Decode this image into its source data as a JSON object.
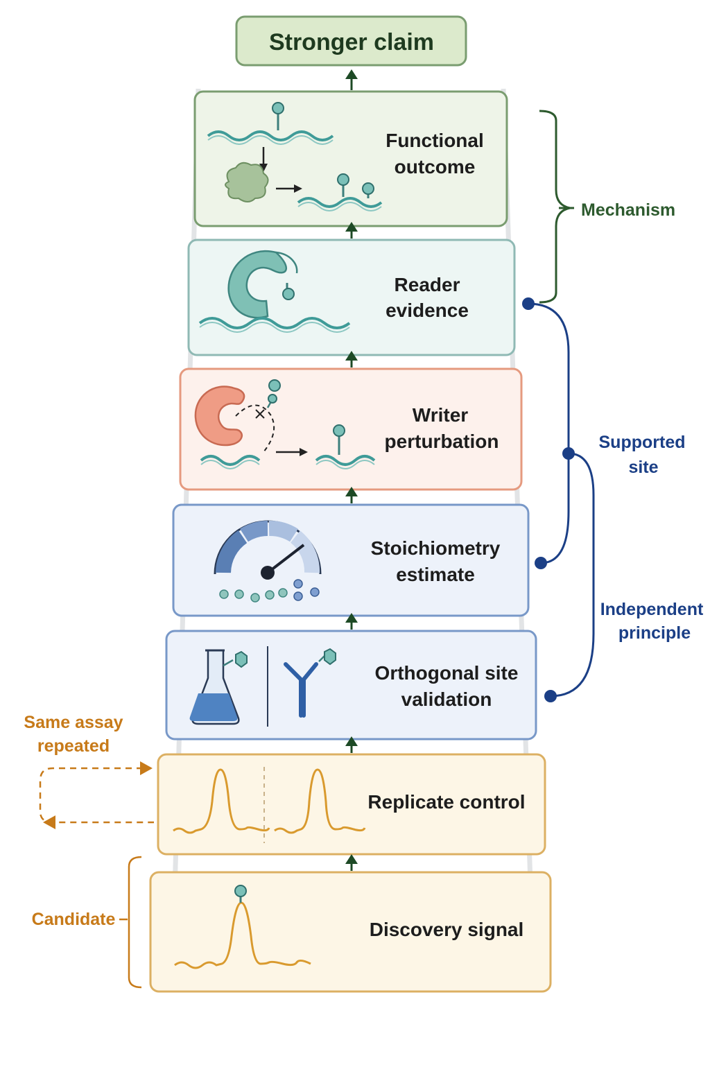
{
  "top_claim": "Stronger claim",
  "steps": [
    {
      "label_lines": [
        "Functional",
        "outcome"
      ]
    },
    {
      "label_lines": [
        "Reader",
        "evidence"
      ]
    },
    {
      "label_lines": [
        "Writer",
        "perturbation"
      ]
    },
    {
      "label_lines": [
        "Stoichiometry",
        "estimate"
      ]
    },
    {
      "label_lines": [
        "Orthogonal site",
        "validation"
      ]
    },
    {
      "label_lines": [
        "Replicate control"
      ]
    },
    {
      "label_lines": [
        "Discovery signal"
      ]
    }
  ],
  "side_labels": {
    "mechanism": "Mechanism",
    "supported_site": [
      "Supported",
      "site"
    ],
    "independent_principle": [
      "Independent",
      "principle"
    ],
    "same_assay_repeated": [
      "Same assay",
      "repeated"
    ],
    "candidate": "Candidate"
  },
  "colors": {
    "green_border": "#7a9d70",
    "green_fill": "#eef4e8",
    "teal_border": "#8fb9b4",
    "teal_fill": "#edf6f4",
    "salmon_border": "#e59a7f",
    "salmon_fill": "#fdf1ec",
    "blue_border": "#7898c8",
    "blue_fill": "#edf2fa",
    "gold_border": "#dcb063",
    "gold_fill": "#fdf6e6",
    "arrow": "#1d4a25",
    "mechanism": "#2d5a2e",
    "navy": "#1b3f86",
    "gold_text": "#c77a19"
  },
  "icons": [
    "modified-rna-icon",
    "protein-blob-icon",
    "reader-protein-icon",
    "writer-enzyme-icon",
    "gauge-icon",
    "flask-icon",
    "antibody-icon",
    "peak-icon"
  ]
}
